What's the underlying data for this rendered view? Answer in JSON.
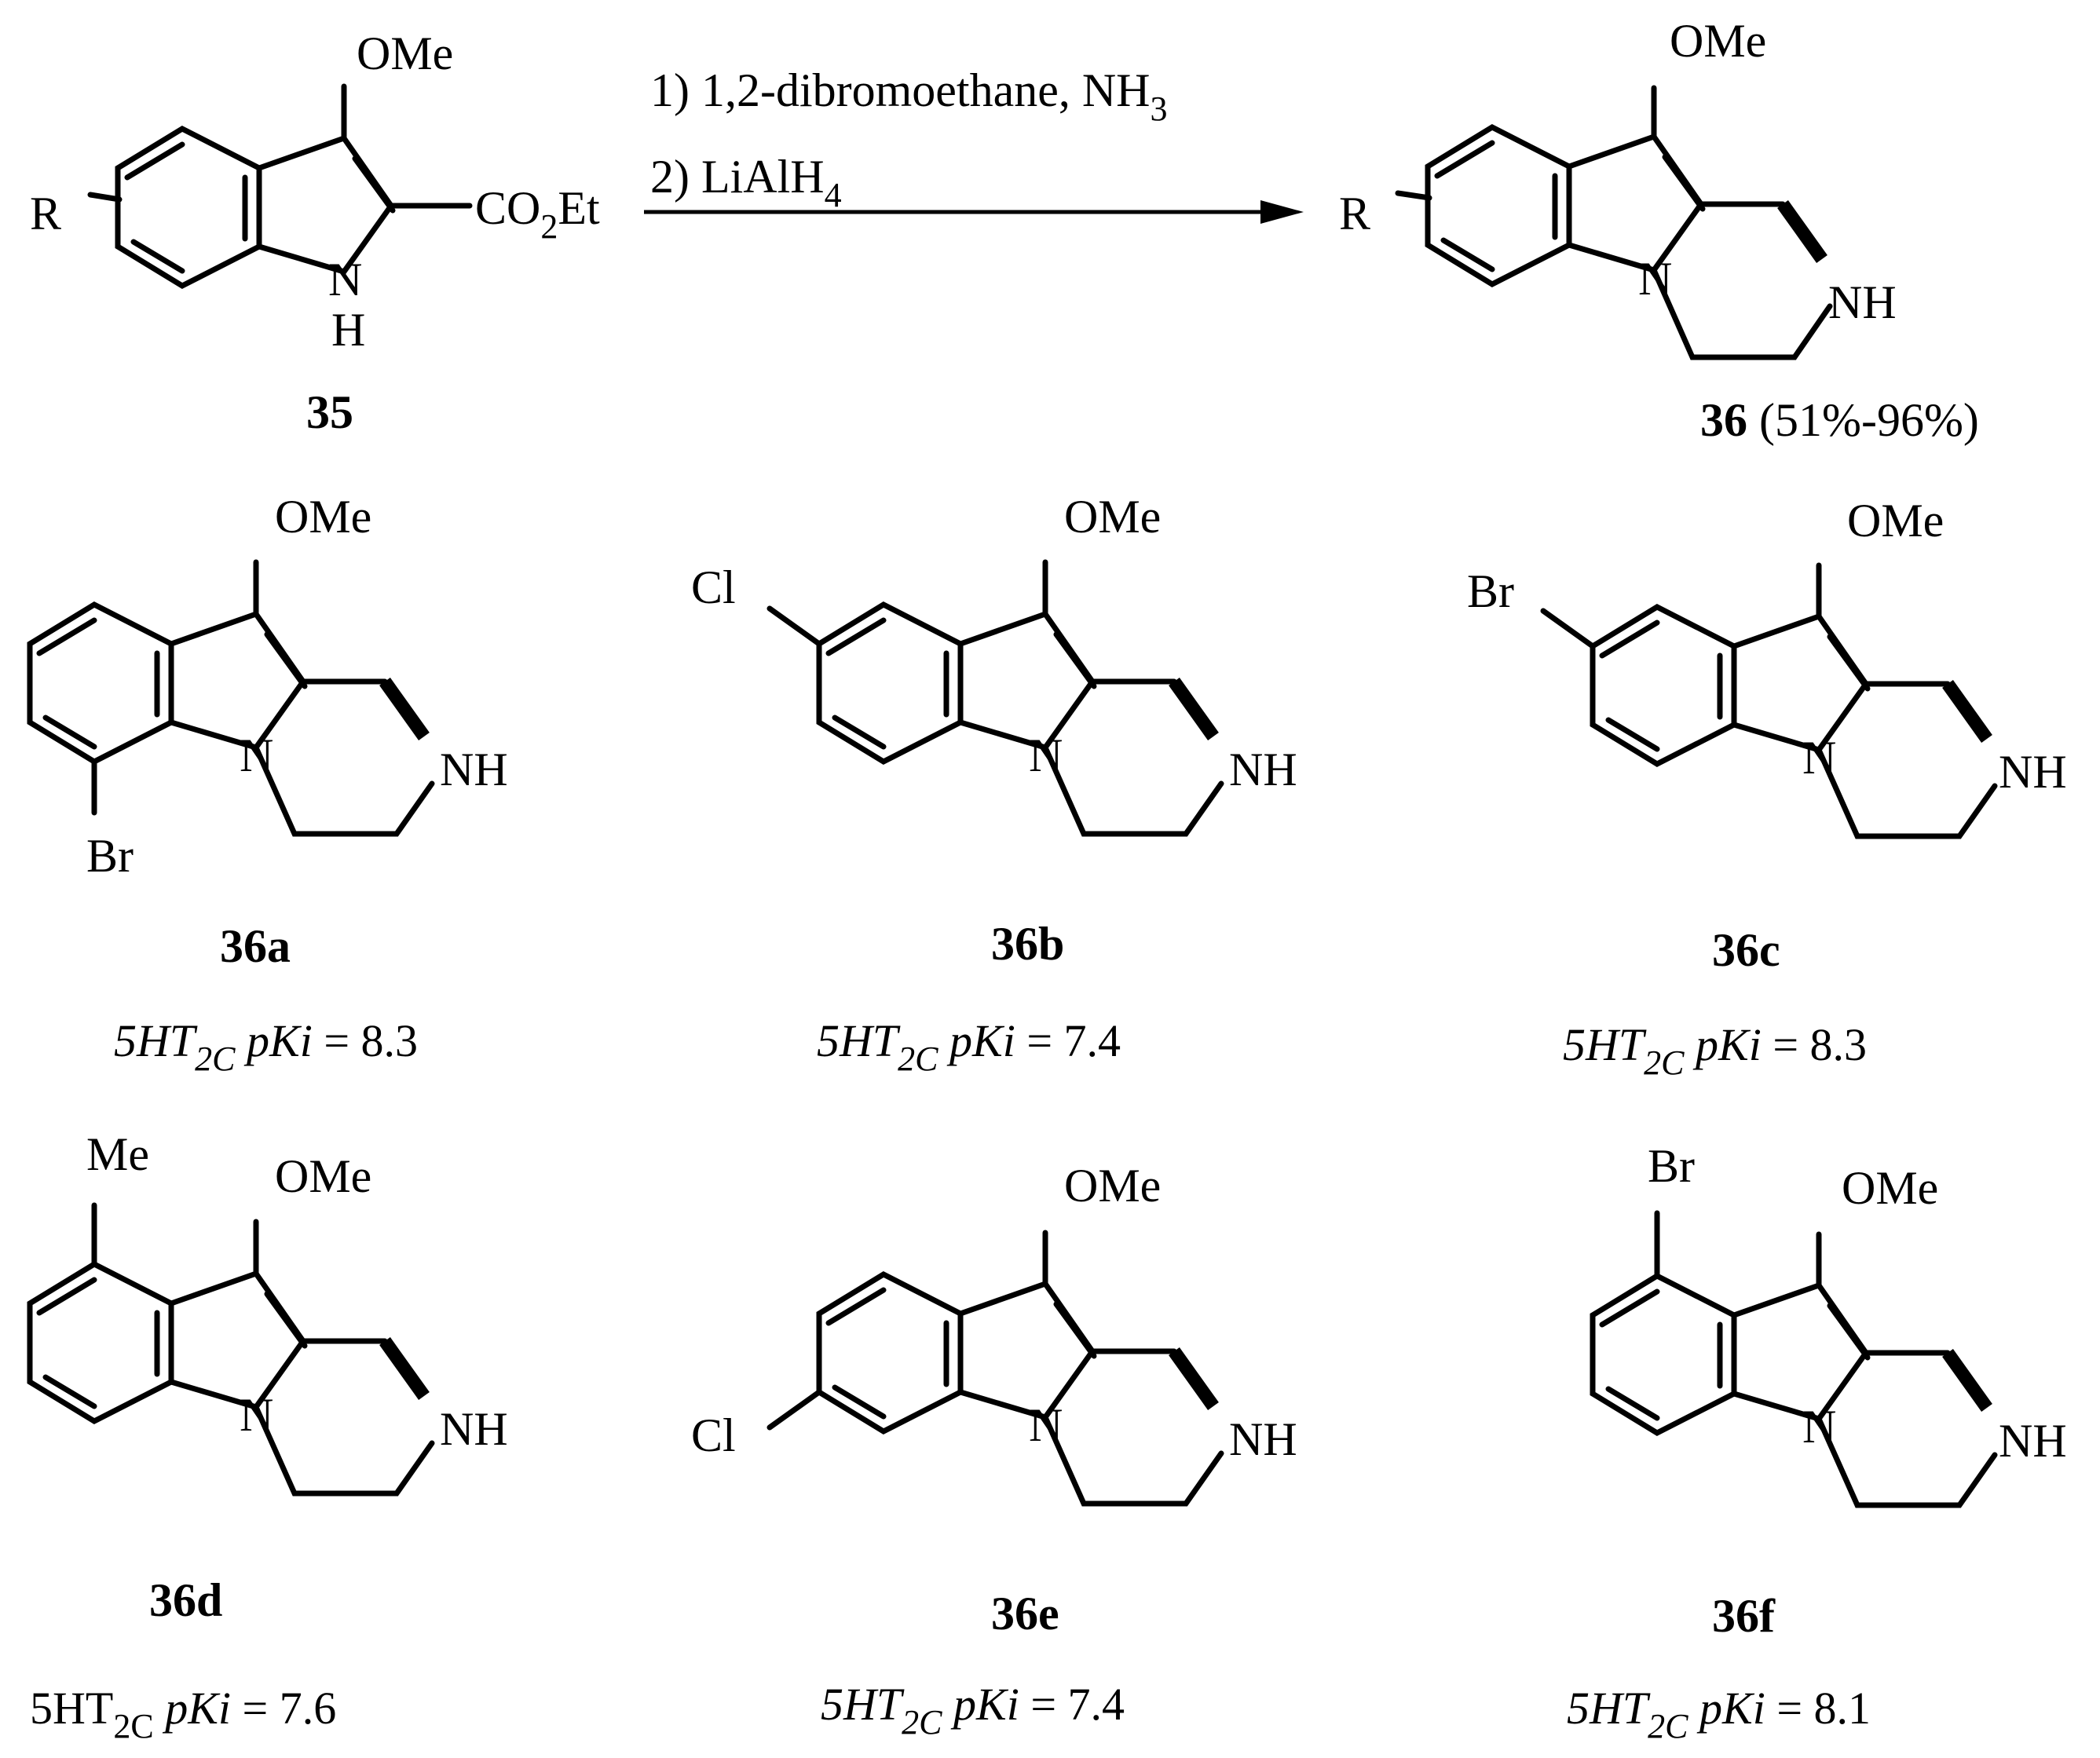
{
  "reaction": {
    "reactant": {
      "id": "35",
      "substituent": "R",
      "ome": "OMe",
      "ester": "CO",
      "ester_sub": "2",
      "ester_end": "Et",
      "nh_n": "N",
      "nh_h": "H"
    },
    "step1": {
      "text": "1) 1,2-dibromoethane, NH",
      "sub": "3"
    },
    "step2": {
      "text": "2) LiAlH",
      "sub": "4"
    },
    "product": {
      "id": "36",
      "yield": " (51%-96%)",
      "substituent": "R",
      "ome": "OMe",
      "n": "N",
      "nh": "NH"
    }
  },
  "compounds": [
    {
      "id": "36a",
      "sub_label": "Br",
      "activity": {
        "prefix": "5HT",
        "sub": "2C",
        "mid": " pKi",
        "value": " = 8.3"
      }
    },
    {
      "id": "36b",
      "sub_label": "Cl",
      "activity": {
        "prefix": "5HT",
        "sub": "2C",
        "mid": " pKi",
        "value": " = 7.4"
      }
    },
    {
      "id": "36c",
      "sub_label": "Br",
      "activity": {
        "prefix": "5HT",
        "sub": "2C",
        "mid": " pKi",
        "value": " = 8.3"
      }
    },
    {
      "id": "36d",
      "sub_label": "Me",
      "activity": {
        "prefix": "5HT",
        "sub": "2C",
        "mid": " pKi",
        "value": " = 7.6"
      }
    },
    {
      "id": "36e",
      "sub_label": "Cl",
      "activity": {
        "prefix": "5HT",
        "sub": "2C",
        "mid": " pKi",
        "value": " = 7.4"
      }
    },
    {
      "id": "36f",
      "sub_label": "Br",
      "activity": {
        "prefix": "5HT",
        "sub": "2C",
        "mid": " pKi",
        "value": " = 8.1"
      }
    }
  ],
  "atom_labels": {
    "ome": "OMe",
    "n": "N",
    "nh": "NH"
  }
}
